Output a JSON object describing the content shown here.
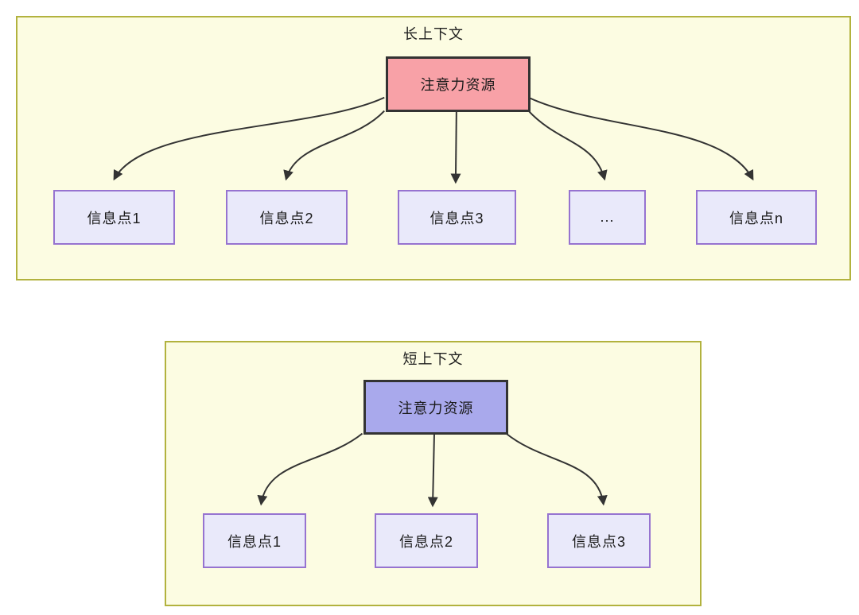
{
  "palette": {
    "page_bg": "#ffffff",
    "panel_bg": "#fcfce2",
    "panel_border": "#b2b23e",
    "long_root_fill": "#f8a1a7",
    "short_root_fill": "#a9a9ec",
    "info_node_fill": "#e9e9fa",
    "info_node_border": "#9673d0",
    "root_node_border": "#333333",
    "arrow_color": "#333333",
    "text_color": "#1f1f1f"
  },
  "long_context": {
    "title": "长上下文",
    "root_label": "注意力资源",
    "nodes": [
      {
        "label": "信息点1"
      },
      {
        "label": "信息点2"
      },
      {
        "label": "信息点3"
      },
      {
        "label": "..."
      },
      {
        "label": "信息点n"
      }
    ]
  },
  "short_context": {
    "title": "短上下文",
    "root_label": "注意力资源",
    "nodes": [
      {
        "label": "信息点1"
      },
      {
        "label": "信息点2"
      },
      {
        "label": "信息点3"
      }
    ]
  }
}
